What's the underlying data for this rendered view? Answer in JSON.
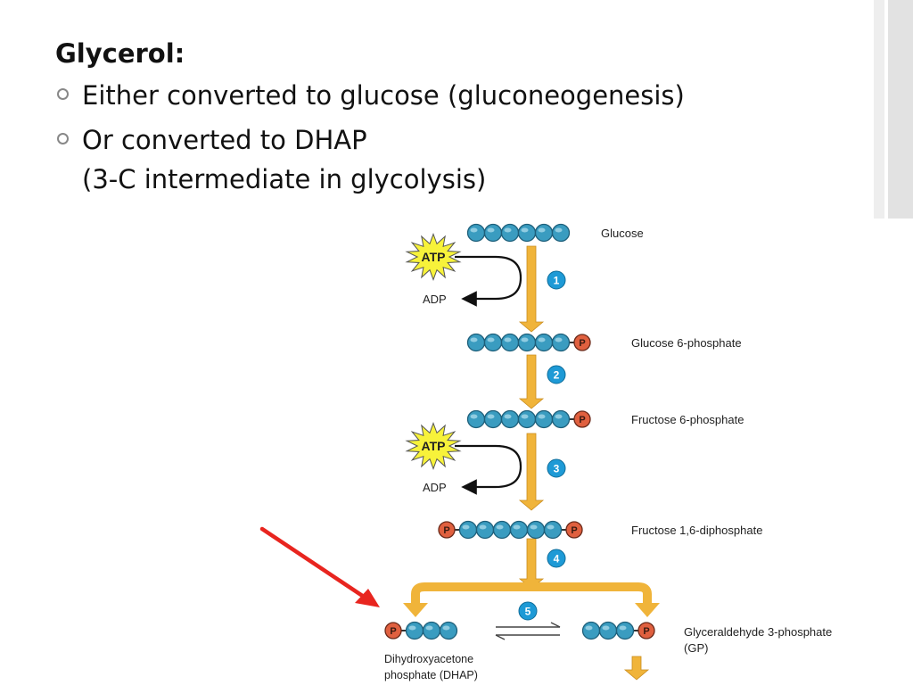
{
  "slide": {
    "heading": "Glycerol:",
    "bullets": [
      {
        "line1": "Either converted to glucose (gluconeogenesis)"
      },
      {
        "line1": "Or converted to DHAP",
        "line2": "(3-C intermediate in glycolysis)"
      }
    ]
  },
  "diagram": {
    "molecules": {
      "glucose": "Glucose",
      "g6p": "Glucose 6-phosphate",
      "f6p": "Fructose 6-phosphate",
      "f16dp": "Fructose 1,6-diphosphate",
      "gp_line1": "Glyceraldehyde 3-phosphate",
      "gp_line2": "(GP)",
      "dhap_line1": "Dihydroxyacetone",
      "dhap_line2": "phosphate (DHAP)"
    },
    "cofactors": {
      "atp": "ATP",
      "adp": "ADP"
    },
    "phosphate_label": "P",
    "steps": [
      "1",
      "2",
      "3",
      "4",
      "5"
    ],
    "colors": {
      "carbon": "#3a9cc0",
      "phosphate": "#e0603f",
      "arrow": "#f0b43a",
      "step": "#1e9ad6",
      "atp_burst": "#f7f23a",
      "pointer": "#e8251f"
    }
  }
}
